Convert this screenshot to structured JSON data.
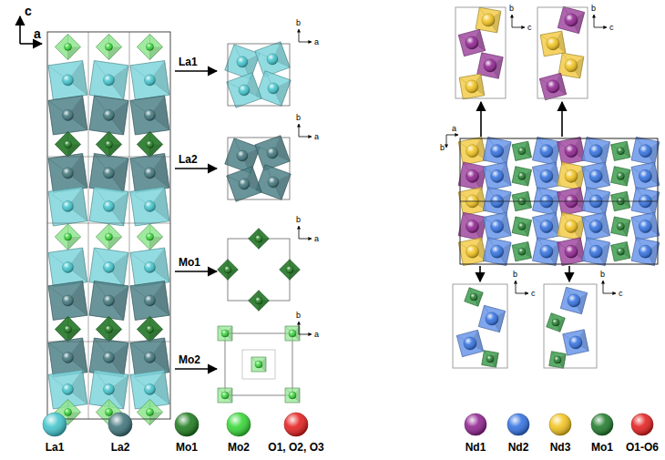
{
  "diagram": {
    "labels": [
      "c",
      "a",
      "La1",
      "b",
      "a",
      "La2",
      "b",
      "a",
      "Mo1",
      "b",
      "a",
      "Mo2",
      "b",
      "a",
      "b",
      "c",
      "b",
      "c",
      "a",
      "b",
      "b",
      "c",
      "b",
      "c"
    ],
    "legend": [
      {
        "text": "La1",
        "color": "#3fc4cc"
      },
      {
        "text": "La2",
        "color": "#3d7379"
      },
      {
        "text": "Mo1",
        "color": "#1b7a1b"
      },
      {
        "text": "Mo2",
        "color": "#33d633"
      },
      {
        "text": "O1, O2, O3",
        "color": "#e51c1c"
      },
      {
        "text": "Nd1",
        "color": "#8e1f8e"
      },
      {
        "text": "Nd2",
        "color": "#2f6fe0"
      },
      {
        "text": "Nd3",
        "color": "#f2c21a"
      },
      {
        "text": "Mo1",
        "color": "#1e7a2a"
      },
      {
        "text": "O1-O6",
        "color": "#e51c1c"
      }
    ]
  }
}
